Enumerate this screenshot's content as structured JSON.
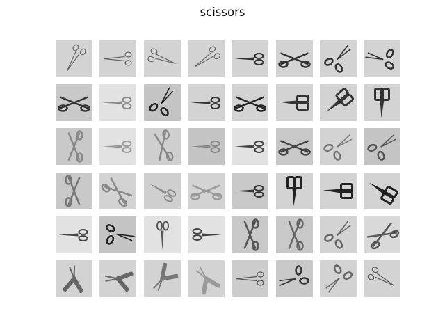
{
  "figure": {
    "title": "scissors",
    "rows": 6,
    "cols": 8,
    "col_x": [
      80,
      143,
      207,
      270,
      333,
      397,
      460,
      523
    ],
    "row_y": [
      58,
      121,
      184,
      248,
      311,
      374
    ],
    "tile_size": 53,
    "tiles": [
      {
        "bg": "#d3d3d3",
        "ink": "#666",
        "angle": -60,
        "style": "hemostat"
      },
      {
        "bg": "#d3d3d3",
        "ink": "#666",
        "angle": 0,
        "style": "hemostat"
      },
      {
        "bg": "#d3d3d3",
        "ink": "#666",
        "angle": 200,
        "style": "hemostat"
      },
      {
        "bg": "#d3d3d3",
        "ink": "#666",
        "angle": -35,
        "style": "hemostat"
      },
      {
        "bg": "#d3d3d3",
        "ink": "#333",
        "angle": 0,
        "style": "closed"
      },
      {
        "bg": "#d3d3d3",
        "ink": "#333",
        "angle": 0,
        "style": "wide"
      },
      {
        "bg": "#d3d3d3",
        "ink": "#333",
        "angle": -30,
        "style": "open"
      },
      {
        "bg": "#d3d3d3",
        "ink": "#333",
        "angle": 210,
        "style": "open"
      },
      {
        "bg": "#c8c8c8",
        "ink": "#333",
        "angle": 0,
        "style": "wide"
      },
      {
        "bg": "#e2e2e2",
        "ink": "#888",
        "angle": 0,
        "style": "closed"
      },
      {
        "bg": "#c4c4c4",
        "ink": "#222",
        "angle": -40,
        "style": "open"
      },
      {
        "bg": "#d3d3d3",
        "ink": "#333",
        "angle": 0,
        "style": "closed"
      },
      {
        "bg": "#d3d3d3",
        "ink": "#222",
        "angle": 0,
        "style": "wide"
      },
      {
        "bg": "#d3d3d3",
        "ink": "#333",
        "angle": 0,
        "style": "kitchen"
      },
      {
        "bg": "#d3d3d3",
        "ink": "#333",
        "angle": -40,
        "style": "kitchen"
      },
      {
        "bg": "#d3d3d3",
        "ink": "#333",
        "angle": -90,
        "style": "kitchen"
      },
      {
        "bg": "#c8c8c8",
        "ink": "#888",
        "angle": -90,
        "style": "wide"
      },
      {
        "bg": "#e2e2e2",
        "ink": "#999",
        "angle": 0,
        "style": "closed"
      },
      {
        "bg": "#cfcfcf",
        "ink": "#888",
        "angle": -100,
        "style": "wide"
      },
      {
        "bg": "#c4c4c4",
        "ink": "#888",
        "angle": 0,
        "style": "closed"
      },
      {
        "bg": "#e2e2e2",
        "ink": "#444",
        "angle": 0,
        "style": "closed"
      },
      {
        "bg": "#c8c8c8",
        "ink": "#444",
        "angle": 0,
        "style": "wide"
      },
      {
        "bg": "#d3d3d3",
        "ink": "#777",
        "angle": -20,
        "style": "open"
      },
      {
        "bg": "#c4c4c4",
        "ink": "#555",
        "angle": -20,
        "style": "open"
      },
      {
        "bg": "#c8c8c8",
        "ink": "#777",
        "angle": 90,
        "style": "wide"
      },
      {
        "bg": "#d3d3d3",
        "ink": "#888",
        "angle": 40,
        "style": "wide"
      },
      {
        "bg": "#cfcfcf",
        "ink": "#888",
        "angle": 30,
        "style": "closed"
      },
      {
        "bg": "#d3d3d3",
        "ink": "#999",
        "angle": 0,
        "style": "wide"
      },
      {
        "bg": "#c8c8c8",
        "ink": "#333",
        "angle": 0,
        "style": "closed"
      },
      {
        "bg": "#d3d3d3",
        "ink": "#222",
        "angle": -90,
        "style": "kitchen"
      },
      {
        "bg": "#d3d3d3",
        "ink": "#222",
        "angle": 0,
        "style": "kitchen"
      },
      {
        "bg": "#d3d3d3",
        "ink": "#222",
        "angle": 30,
        "style": "kitchen"
      },
      {
        "bg": "#e2e2e2",
        "ink": "#444",
        "angle": 0,
        "style": "closed"
      },
      {
        "bg": "#c4c4c4",
        "ink": "#222",
        "angle": 30,
        "style": "open"
      },
      {
        "bg": "#e2e2e2",
        "ink": "#555",
        "angle": -90,
        "style": "closed"
      },
      {
        "bg": "#e2e2e2",
        "ink": "#444",
        "angle": 180,
        "style": "closed"
      },
      {
        "bg": "#c8c8c8",
        "ink": "#555",
        "angle": -90,
        "style": "wide"
      },
      {
        "bg": "#c8c8c8",
        "ink": "#666",
        "angle": -90,
        "style": "wide"
      },
      {
        "bg": "#d3d3d3",
        "ink": "#666",
        "angle": -30,
        "style": "open"
      },
      {
        "bg": "#d9d9d9",
        "ink": "#555",
        "angle": -30,
        "style": "wide"
      },
      {
        "bg": "#d3d3d3",
        "ink": "#666",
        "angle": 60,
        "style": "tool"
      },
      {
        "bg": "#d3d3d3",
        "ink": "#666",
        "angle": -20,
        "style": "tool"
      },
      {
        "bg": "#d3d3d3",
        "ink": "#777",
        "angle": -80,
        "style": "tool"
      },
      {
        "bg": "#d3d3d3",
        "ink": "#999",
        "angle": 30,
        "style": "tool"
      },
      {
        "bg": "#cccccc",
        "ink": "#555",
        "angle": 0,
        "style": "hemostat"
      },
      {
        "bg": "#c8c8c8",
        "ink": "#333",
        "angle": 180,
        "style": "open"
      },
      {
        "bg": "#d3d3d3",
        "ink": "#666",
        "angle": 150,
        "style": "open"
      },
      {
        "bg": "#d3d3d3",
        "ink": "#555",
        "angle": -150,
        "style": "hemostat"
      }
    ]
  }
}
